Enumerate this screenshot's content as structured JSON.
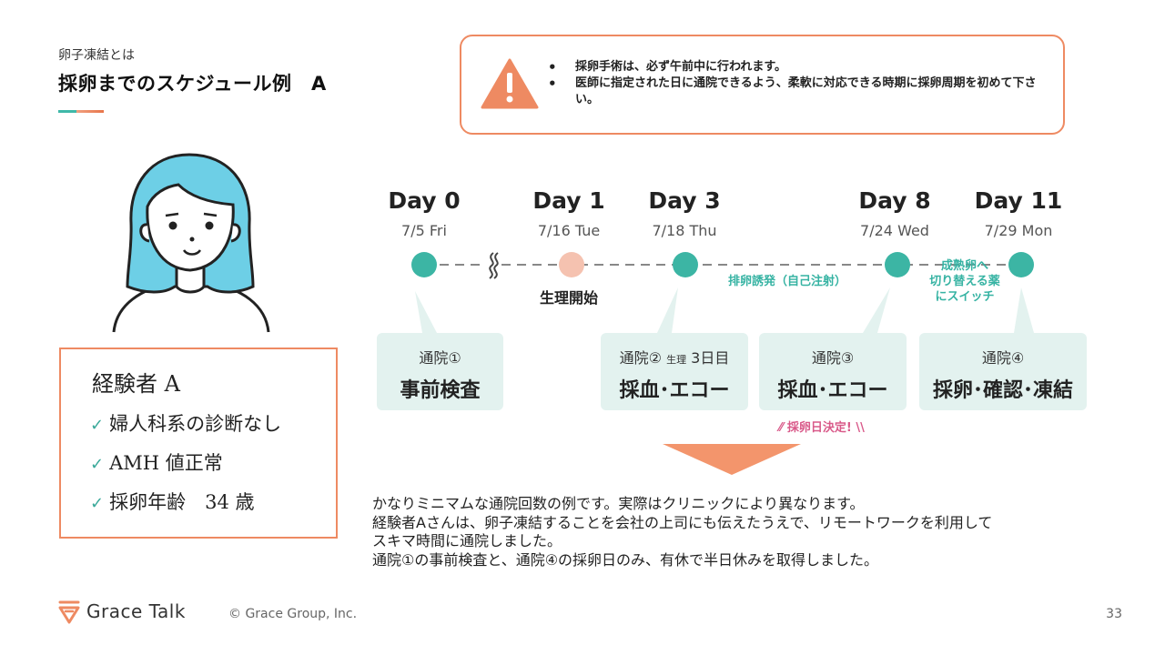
{
  "header": {
    "subtitle": "卵子凍結とは",
    "title": "採卵までのスケジュール例　A"
  },
  "alert": {
    "bullets": [
      "採卵手術は、必ず午前中に行われます。",
      "医師に指定された日に通院できるよう、柔軟に対応できる時期に採卵周期を初めて下さい。"
    ]
  },
  "profile": {
    "name": "経験者 A",
    "items": [
      "婦人科系の診断なし",
      "AMH 値正常",
      "採卵年齢　34 歳"
    ]
  },
  "timeline": {
    "days": [
      {
        "day": "Day 0",
        "date": "7/5 Fri"
      },
      {
        "day": "Day 1",
        "date": "7/16 Tue"
      },
      {
        "day": "Day 3",
        "date": "7/18 Thu"
      },
      {
        "day": "Day 8",
        "date": "7/24 Wed"
      },
      {
        "day": "Day 11",
        "date": "7/29 Mon"
      }
    ],
    "menstruation_label": "生理開始",
    "trigger_label": "排卵誘発（自己注射）",
    "switch_label": [
      "成熟卵へ",
      "切り替える薬",
      "にスイッチ"
    ],
    "retrieval_decided": "採卵日決定!",
    "visits": [
      {
        "label": "通院①",
        "main": "事前検査"
      },
      {
        "label": "通院②",
        "small": "生理",
        "extra": "3日目",
        "main": "採血･エコー"
      },
      {
        "label": "通院③",
        "main": "採血･エコー"
      },
      {
        "label": "通院④",
        "main": "採卵･確認･凍結"
      }
    ],
    "colors": {
      "teal": "#3cb5a4",
      "peach": "#f5c2b0",
      "box": "#e3f2ef",
      "accent": "#ee8a62"
    }
  },
  "body": {
    "lines": [
      "かなりミニマムな通院回数の例です。実際はクリニックにより異なります。",
      "経験者Aさんは、卵子凍結することを会社の上司にも伝えたうえで、リモートワークを利用して",
      "スキマ時間に通院しました。",
      "通院①の事前検査と、通院④の採卵日のみ、有休で半日休みを取得しました。"
    ]
  },
  "footer": {
    "logo": "Grace Talk",
    "copyright": "© Grace Group, Inc.",
    "page": "33"
  }
}
